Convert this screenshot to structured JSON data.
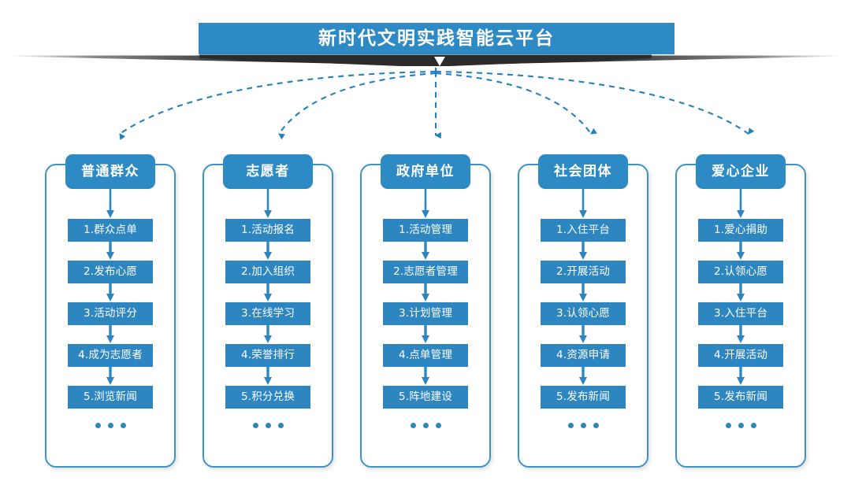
{
  "title": {
    "text": "新时代文明实践智能云平台",
    "bar_color": "#2e8ac4",
    "ribbon_color": "#2b2b2b",
    "chevron": "down-chevron"
  },
  "theme": {
    "accent_blue": "#2e8ac4",
    "step_blue": "#2e86c1",
    "frame_border": "#3b93cc",
    "connector": "#2e8ac4",
    "background": "#ffffff"
  },
  "diagram": {
    "type": "hub-and-spoke-flow",
    "connector_style": "dashed-curved-arrow",
    "hub_label": "新时代文明实践智能云平台",
    "branch_count": 5,
    "more_indicator": "···"
  },
  "columns": [
    {
      "header": "普通群众",
      "steps": [
        "1.群众点单",
        "2.发布心愿",
        "3.活动评分",
        "4.成为志愿者",
        "5.浏览新闻"
      ]
    },
    {
      "header": "志愿者",
      "steps": [
        "1.活动报名",
        "2.加入组织",
        "3.在线学习",
        "4.荣誉排行",
        "5.积分兑换"
      ]
    },
    {
      "header": "政府单位",
      "steps": [
        "1.活动管理",
        "2.志愿者管理",
        "3.计划管理",
        "4.点单管理",
        "5.阵地建设"
      ]
    },
    {
      "header": "社会团体",
      "steps": [
        "1.入住平台",
        "2.开展活动",
        "3.认领心愿",
        "4.资源申请",
        "5.发布新闻"
      ]
    },
    {
      "header": "爱心企业",
      "steps": [
        "1.爱心捐助",
        "2.认领心愿",
        "3.入住平台",
        "4.开展活动",
        "5.发布新闻"
      ]
    }
  ]
}
